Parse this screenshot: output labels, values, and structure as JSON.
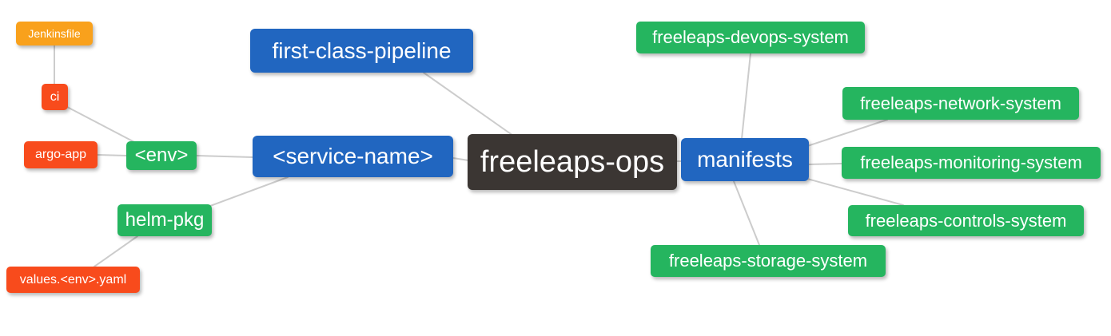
{
  "diagram": {
    "type": "mindmap",
    "root_label": "freeleaps-ops",
    "colors": {
      "root": "#3b3633",
      "branch_blue": "#2166c0",
      "leaf_green": "#25b55f",
      "leaf_red": "#f84b1c",
      "leaf_orange": "#f9a11c",
      "edge": "#cccccc",
      "text": "#ffffff",
      "background": "#ffffff"
    },
    "nodes": [
      {
        "id": "jenkinsfile",
        "label": "Jenkinsfile",
        "color": "orange"
      },
      {
        "id": "ci",
        "label": "ci",
        "color": "red"
      },
      {
        "id": "argo-app",
        "label": "argo-app",
        "color": "red"
      },
      {
        "id": "env",
        "label": "<env>",
        "color": "green"
      },
      {
        "id": "helm-pkg",
        "label": "helm-pkg",
        "color": "green"
      },
      {
        "id": "values-env-yaml",
        "label": "values.<env>.yaml",
        "color": "red"
      },
      {
        "id": "first-class-pipeline",
        "label": "first-class-pipeline",
        "color": "blue"
      },
      {
        "id": "service-name",
        "label": "<service-name>",
        "color": "blue"
      },
      {
        "id": "freeleaps-ops",
        "label": "freeleaps-ops",
        "color": "dark"
      },
      {
        "id": "manifests",
        "label": "manifests",
        "color": "blue"
      },
      {
        "id": "freeleaps-devops-system",
        "label": "freeleaps-devops-system",
        "color": "green"
      },
      {
        "id": "freeleaps-network-system",
        "label": "freeleaps-network-system",
        "color": "green"
      },
      {
        "id": "freeleaps-monitoring-system",
        "label": "freeleaps-monitoring-system",
        "color": "green"
      },
      {
        "id": "freeleaps-controls-system",
        "label": "freeleaps-controls-system",
        "color": "green"
      },
      {
        "id": "freeleaps-storage-system",
        "label": "freeleaps-storage-system",
        "color": "green"
      }
    ],
    "edges": [
      [
        "jenkinsfile",
        "ci"
      ],
      [
        "ci",
        "env"
      ],
      [
        "argo-app",
        "env"
      ],
      [
        "env",
        "service-name"
      ],
      [
        "service-name",
        "helm-pkg"
      ],
      [
        "helm-pkg",
        "values-env-yaml"
      ],
      [
        "first-class-pipeline",
        "freeleaps-ops"
      ],
      [
        "service-name",
        "freeleaps-ops"
      ],
      [
        "freeleaps-ops",
        "manifests"
      ],
      [
        "manifests",
        "freeleaps-devops-system"
      ],
      [
        "manifests",
        "freeleaps-network-system"
      ],
      [
        "manifests",
        "freeleaps-monitoring-system"
      ],
      [
        "manifests",
        "freeleaps-controls-system"
      ],
      [
        "manifests",
        "freeleaps-storage-system"
      ]
    ]
  }
}
